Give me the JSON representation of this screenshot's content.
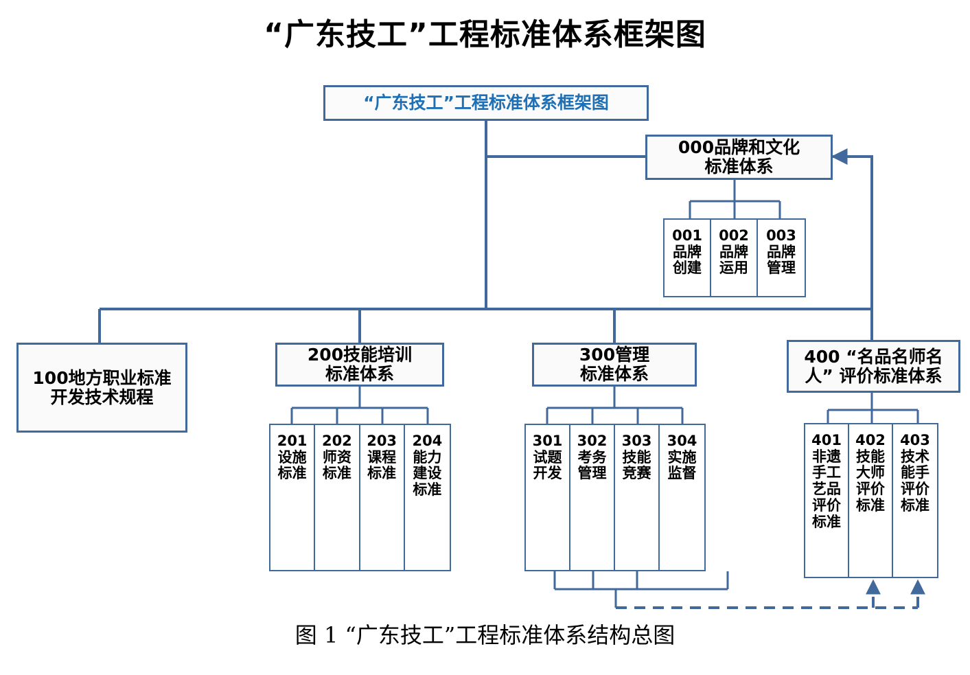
{
  "page": {
    "title": "“广东技工”工程标准体系框架图",
    "caption": "图 1    “广东技工”工程标准体系结构总图"
  },
  "colors": {
    "line": "#41699B",
    "accent_text": "#1F6FB5",
    "box_fill": "#FAFAFA",
    "box_border": "#41699B",
    "text": "#000000"
  },
  "diagram": {
    "type": "org-tree",
    "root": {
      "label": "“广东技工”工程标准体系框架图"
    },
    "branches": [
      {
        "id": "000",
        "label": "000品牌和文化\n标准体系",
        "line1": "000品牌和文化",
        "line2": "标准体系",
        "children": [
          {
            "code": "001",
            "lines": [
              "001",
              "品牌",
              "创建"
            ]
          },
          {
            "code": "002",
            "lines": [
              "002",
              "品牌",
              "运用"
            ]
          },
          {
            "code": "003",
            "lines": [
              "003",
              "品牌",
              "管理"
            ]
          }
        ]
      },
      {
        "id": "100",
        "line1": "100地方职业标准",
        "line2": "开发技术规程",
        "children": []
      },
      {
        "id": "200",
        "line1": "200技能培训",
        "line2": "标准体系",
        "children": [
          {
            "code": "201",
            "lines": [
              "201",
              "设施",
              "标准"
            ]
          },
          {
            "code": "202",
            "lines": [
              "202",
              "师资",
              "标准"
            ]
          },
          {
            "code": "203",
            "lines": [
              "203",
              "课程",
              "标准"
            ]
          },
          {
            "code": "204",
            "lines": [
              "204",
              "能力",
              "建设",
              "标准"
            ]
          }
        ]
      },
      {
        "id": "300",
        "line1": "300管理",
        "line2": "标准体系",
        "children": [
          {
            "code": "301",
            "lines": [
              "301",
              "试题",
              "开发"
            ]
          },
          {
            "code": "302",
            "lines": [
              "302",
              "考务",
              "管理"
            ]
          },
          {
            "code": "303",
            "lines": [
              "303",
              "技能",
              "竞赛"
            ]
          },
          {
            "code": "304",
            "lines": [
              "304",
              "实施",
              "监督"
            ]
          }
        ]
      },
      {
        "id": "400",
        "line1": "400 “名品名师名",
        "line2": "人” 评价标准体系",
        "children": [
          {
            "code": "401",
            "lines": [
              "401",
              "非遗",
              "手工",
              "艺品",
              "评价",
              "标准"
            ]
          },
          {
            "code": "402",
            "lines": [
              "402",
              "技能",
              "大师",
              "评价",
              "标准"
            ]
          },
          {
            "code": "403",
            "lines": [
              "403",
              "技术",
              "能手",
              "评价",
              "标准"
            ]
          }
        ]
      }
    ],
    "connectors": {
      "solid_note": "root trunk to horizontal bus; bus feeds 100/200/300/400; right riser feeds 000 with arrowhead",
      "dashed_note": "300 children collector runs right as dashed line into upward arrows at 402 and 403"
    }
  }
}
